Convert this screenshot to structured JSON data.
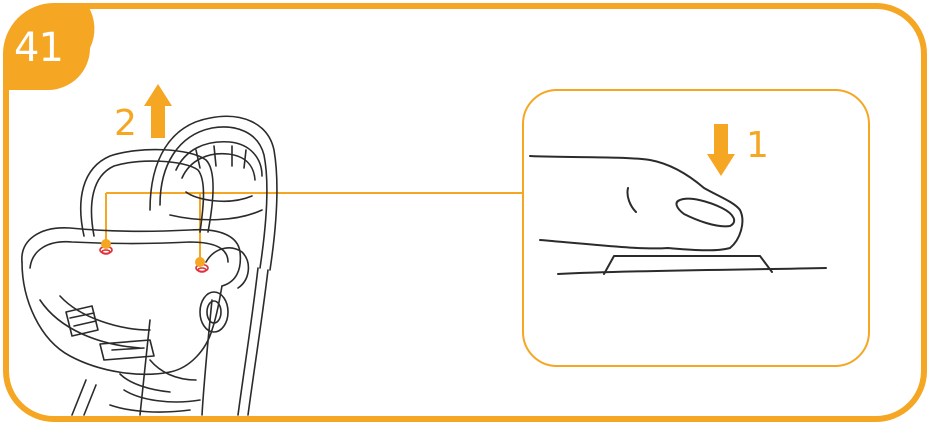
{
  "step": {
    "number": "41"
  },
  "steps": [
    {
      "id": "press",
      "label": "1",
      "action": "press-down"
    },
    {
      "id": "lift",
      "label": "2",
      "action": "lift-up"
    }
  ],
  "colors": {
    "accent": "#f5a623",
    "line": "#2b2b2b",
    "release_button": "#e0303a",
    "background": "#ffffff"
  },
  "icons": [
    "arrow-down-icon",
    "arrow-up-icon",
    "finger-press-icon",
    "release-button-icon"
  ]
}
